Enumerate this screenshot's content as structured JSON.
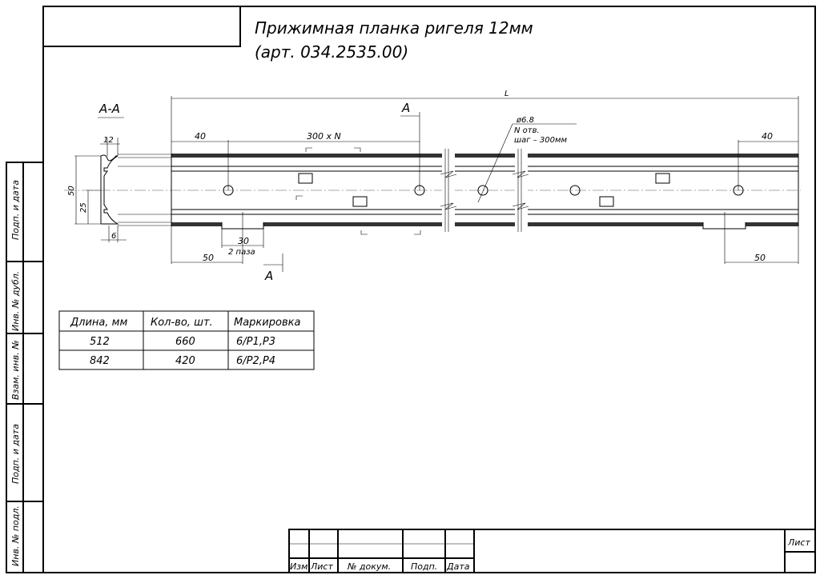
{
  "title": {
    "line1": "Прижимная планка ригеля 12мм",
    "line2": "(арт. 034.2535.00)"
  },
  "section_label": "А-А",
  "section_mark": "А",
  "dimensions": {
    "length": "L",
    "start_offset": "40",
    "pitch": "300 x N",
    "end_offset": "40",
    "profile_width": "12",
    "height": "50",
    "half_height": "25",
    "lip": "6",
    "slot_width": "30",
    "slot_count": "2 паза",
    "slot_offset_left": "50",
    "slot_offset_right": "50"
  },
  "hole_note": {
    "diameter": "ø6.8",
    "count": "N отв.",
    "pitch": "шаг – 300мм"
  },
  "table": {
    "headers": [
      "Длина, мм",
      "Кол-во, шт.",
      "Маркировка"
    ],
    "rows": [
      [
        "512",
        "660",
        "6/Р1,Р3"
      ],
      [
        "842",
        "420",
        "6/Р2,Р4"
      ]
    ]
  },
  "side_stamp": [
    "Подп. и дата",
    "Инв. № дубл.",
    "Взам. инв. №",
    "Подп. и дата",
    "Инв. № подл."
  ],
  "title_block": {
    "cols": [
      "Изм.",
      "Лист",
      "№ докум.",
      "Подп.",
      "Дата"
    ],
    "sheet": "Лист"
  }
}
